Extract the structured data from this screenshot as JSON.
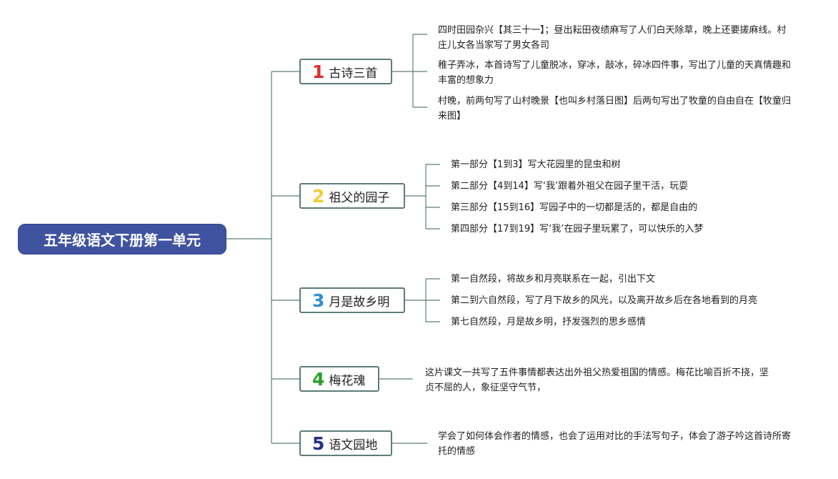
{
  "root": {
    "title": "五年级语文下册第一单元"
  },
  "colors": {
    "root_bg": "#3f53a0",
    "line": "#5c7c7b",
    "num1": "#e02b2b",
    "num2": "#f2cc3a",
    "num3": "#2d8fd6",
    "num4": "#2aa02a",
    "num5": "#24308a"
  },
  "topics": [
    {
      "num": "1",
      "label": "古诗三首",
      "leaves": [
        "四时田园杂兴【其三十一】；昼出耘田夜绩麻写了人们白天除草，晚上还要搓麻线。村庄儿女各当家写了男女各司",
        "稚子弄冰，本首诗写了儿童脱冰，穿冰，敲冰，碎冰四件事，写出了儿童的天真情趣和丰富的想象力",
        "村晚，前两句写了山村晚景【也叫乡村落日图】后两句写出了牧童的自由自在【牧童归来图】"
      ]
    },
    {
      "num": "2",
      "label": "祖父的园子",
      "leaves": [
        "第一部分【1到3】写大花园里的昆虫和树",
        "第二部分【4到14】写‘我’跟着外祖父在园子里干活，玩耍",
        "第三部分【15到16】写园子中的一切都是活的，都是自由的",
        "第四部分【17到19】写‘我’在园子里玩累了，可以快乐的入梦"
      ]
    },
    {
      "num": "3",
      "label": "月是故乡明",
      "leaves": [
        "第一自然段，将故乡和月亮联系在一起，引出下文",
        "第二到六自然段，写了月下故乡的风光，以及离开故乡后在各地看到的月亮",
        "第七自然段，月是故乡明，抒发强烈的思乡感情"
      ]
    },
    {
      "num": "4",
      "label": "梅花魂",
      "leaves": [
        "这片课文一共写了五件事情都表达出外祖父热爱祖国的情感。梅花比喻百折不挠，坚贞不屈的人，象征坚守气节，"
      ]
    },
    {
      "num": "5",
      "label": "语文园地",
      "leaves": [
        "学会了如何体会作者的情感，也会了运用对比的手法写句子，体会了游子吟这首诗所寄托的情感"
      ]
    }
  ]
}
